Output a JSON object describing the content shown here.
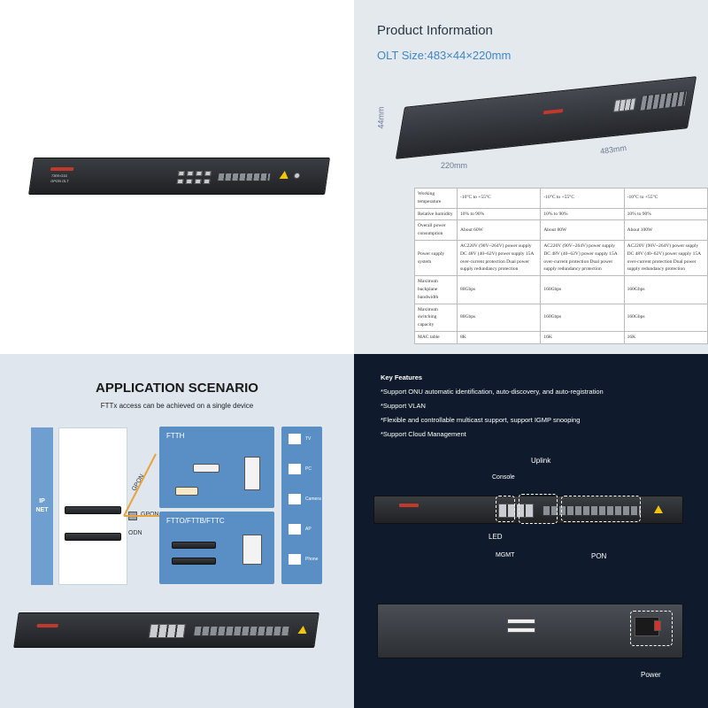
{
  "product_info": {
    "title": "Product Information",
    "size_label": "OLT Size:483×44×220mm",
    "dim_height": "44mm",
    "dim_depth": "220mm",
    "dim_width": "483mm",
    "device_model": "7300-G16",
    "device_type": "GPON OLT"
  },
  "spec_table": {
    "rows": [
      {
        "label": "Working temperature",
        "c1": "-10°C to +55°C",
        "c2": "-10°C to +55°C",
        "c3": "-10°C to +55°C"
      },
      {
        "label": "Relative humidity",
        "c1": "10% to 90%",
        "c2": "10% to 90%",
        "c3": "10% to 90%"
      },
      {
        "label": "Overall power consumption",
        "c1": "About 60W",
        "c2": "About 80W",
        "c3": "About 100W"
      },
      {
        "label": "Power supply system",
        "c1": "AC220V (90V~264V) power supply DC 48V (40~62V) power supply 15A over-current protection Dual power supply redundancy protection",
        "c2": "AC220V (90V~264V) power supply DC 48V (40~62V) power supply 15A over-current protection Dual power supply redundancy protection",
        "c3": "AC220V (90V~264V) power supply DC 48V (40~62V) power supply 15A over-current protection Dual power supply redundancy protection"
      },
      {
        "label": "Maximum backplane bandwidth",
        "c1": "80Gbps",
        "c2": "160Gbps",
        "c3": "160Gbps"
      },
      {
        "label": "Maximum switching capacity",
        "c1": "80Gbps",
        "c2": "160Gbps",
        "c3": "160Gbps"
      },
      {
        "label": "MAC table",
        "c1": "8K",
        "c2": "16K",
        "c3": "16K"
      }
    ]
  },
  "application": {
    "title": "APPLICATION SCENARIO",
    "subtitle": "FTTx access can be achieved on a single device",
    "ip_net_1": "IP",
    "ip_net_2": "NET",
    "gpon_top": "GPON",
    "gpon_mid": "GPON",
    "odn": "ODN",
    "ftth": "FTTH",
    "fttx": "FTTO/FTTB/FTTC",
    "devices": [
      "TV",
      "PC",
      "Camera",
      "AP",
      "Phone"
    ]
  },
  "features": {
    "heading": "Key Features",
    "items": [
      "*Support ONU automatic identification, auto-discovery, and auto-registration",
      "*Support VLAN",
      "*Flexible and controllable multicast support, support IGMP snooping",
      "*Support Cloud Management"
    ],
    "labels": {
      "uplink": "Uplink",
      "console": "Console",
      "led": "LED",
      "mgmt": "MGMT",
      "pon": "PON",
      "power": "Power"
    }
  },
  "colors": {
    "accent_blue": "#3f86c8",
    "panel_blue": "#5a8fc6",
    "gpon_orange": "#e8a33d",
    "dark_bg": "#0f1b2c"
  }
}
